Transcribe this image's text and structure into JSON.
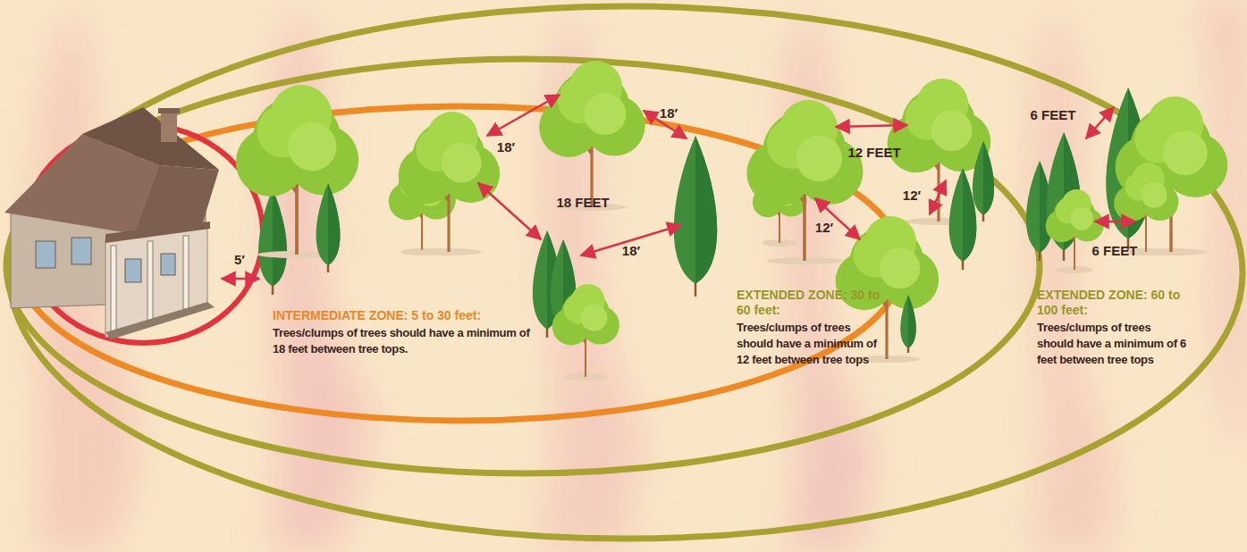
{
  "diagram": {
    "nodes": [
      {
        "text": [
          "INTERMEDIATE ZONE: 5 to 30 feet:",
          "Trees/clumps of trees should have a minimum of 18 feet between tree tops."
        ]
      },
      {
        "text": [
          "EXTENDED ZONE: 30 to 60 feet:",
          "Trees/clumps of trees should have a minimum of 12 feet between tree tops"
        ]
      },
      {
        "text": [
          "EXTENDED ZONE: 60 to 100 feet:",
          "Trees/clumps of trees should have a minimum of 6 feet between tree tops"
        ]
      }
    ],
    "labels": [
      "5′",
      "18′",
      "18′",
      "18 FEET",
      "18′",
      "12 FEET",
      "12′",
      "12′",
      "6 FEET",
      "6 FEET"
    ]
  }
}
